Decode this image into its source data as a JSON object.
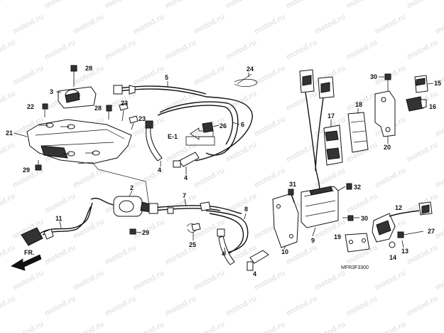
{
  "watermark": "motod.ru",
  "callouts": {
    "c2": "2",
    "c3": "3",
    "c4a": "4",
    "c4b": "4",
    "c4c": "4",
    "c4d": "4",
    "c5": "5",
    "c6": "6",
    "c7": "7",
    "c8": "8",
    "c9": "9",
    "c10": "10",
    "c11": "11",
    "c12": "12",
    "c13": "13",
    "c14": "14",
    "c15": "15",
    "c16": "16",
    "c17": "17",
    "c18": "18",
    "c19": "19",
    "c20": "20",
    "c21": "21",
    "c22": "22",
    "c23a": "23",
    "c23b": "23",
    "c24": "24",
    "c25": "25",
    "c26": "26",
    "c27": "27",
    "c28a": "28",
    "c28b": "28",
    "c29a": "29",
    "c29b": "29",
    "c30a": "30",
    "c30b": "30",
    "c31": "31",
    "c32": "32"
  },
  "ref_label": "E-1",
  "front_label": "FR.",
  "diagram_code": "MFR3F3300"
}
